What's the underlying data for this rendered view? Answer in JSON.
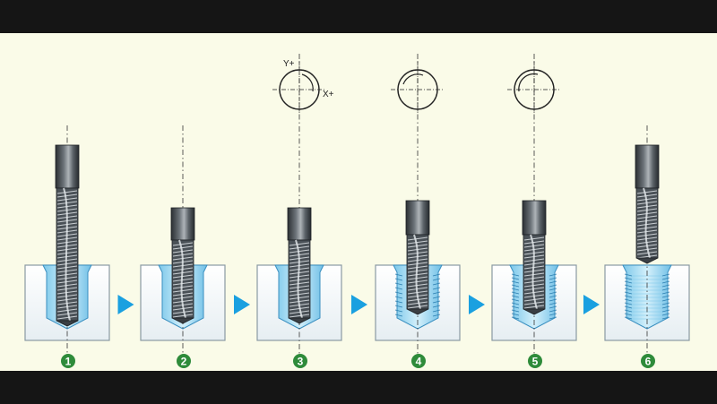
{
  "colors": {
    "panel_bg": "#fafbe8",
    "hole_fill": "#bfe5f5",
    "arrow": "#1aa0e0",
    "step_badge": "#2e8b3a",
    "tool_body": "#3a3f44"
  },
  "axis_labels": {
    "y": "Y+",
    "x": "X+"
  },
  "steps": [
    {
      "number": "1",
      "has_circle": false
    },
    {
      "number": "2",
      "has_circle": false
    },
    {
      "number": "3",
      "has_circle": true
    },
    {
      "number": "4",
      "has_circle": true
    },
    {
      "number": "5",
      "has_circle": true
    },
    {
      "number": "6",
      "has_circle": false
    }
  ],
  "arrow_icon": "triangle-right-icon"
}
